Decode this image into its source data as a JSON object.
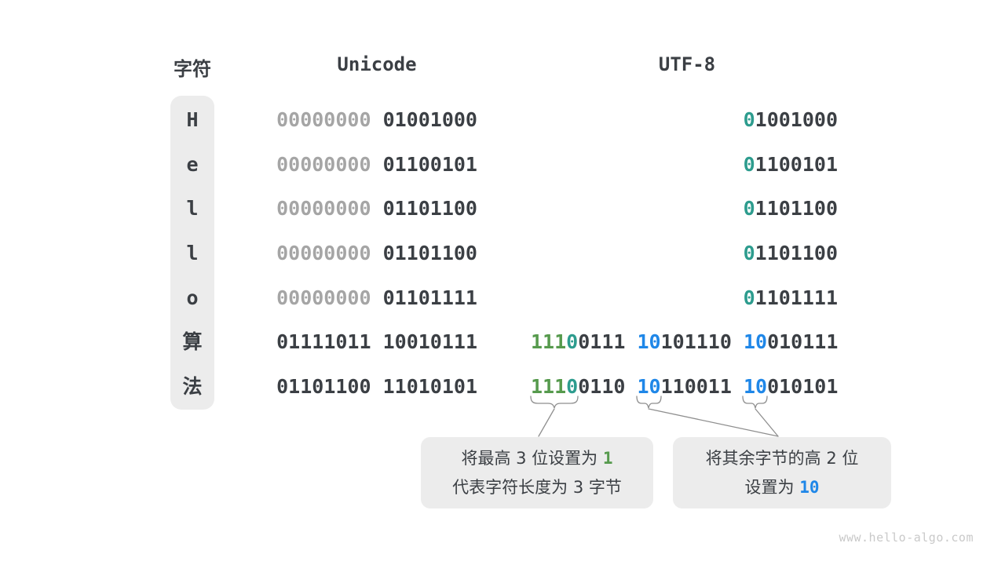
{
  "colors": {
    "dark": "#3b3f44",
    "gray": "#a5a5a5",
    "green": "#569a4d",
    "teal": "#2d9c8e",
    "blue": "#1f87e8",
    "box_bg": "#ececec",
    "connector": "#8f8f8f",
    "watermark": "#c9c9c9"
  },
  "headers": {
    "char": "字符",
    "unicode": "Unicode",
    "utf8": "UTF-8"
  },
  "rows": [
    {
      "char": "H",
      "unicode": [
        [
          "00000000",
          "gray"
        ],
        [
          " ",
          "dark"
        ],
        [
          "01001000",
          "dark"
        ]
      ],
      "utf8": [
        [
          "0",
          "teal"
        ],
        [
          "1001000",
          "dark"
        ]
      ]
    },
    {
      "char": "e",
      "unicode": [
        [
          "00000000",
          "gray"
        ],
        [
          " ",
          "dark"
        ],
        [
          "01100101",
          "dark"
        ]
      ],
      "utf8": [
        [
          "0",
          "teal"
        ],
        [
          "1100101",
          "dark"
        ]
      ]
    },
    {
      "char": "l",
      "unicode": [
        [
          "00000000",
          "gray"
        ],
        [
          " ",
          "dark"
        ],
        [
          "01101100",
          "dark"
        ]
      ],
      "utf8": [
        [
          "0",
          "teal"
        ],
        [
          "1101100",
          "dark"
        ]
      ]
    },
    {
      "char": "l",
      "unicode": [
        [
          "00000000",
          "gray"
        ],
        [
          " ",
          "dark"
        ],
        [
          "01101100",
          "dark"
        ]
      ],
      "utf8": [
        [
          "0",
          "teal"
        ],
        [
          "1101100",
          "dark"
        ]
      ]
    },
    {
      "char": "o",
      "unicode": [
        [
          "00000000",
          "gray"
        ],
        [
          " ",
          "dark"
        ],
        [
          "01101111",
          "dark"
        ]
      ],
      "utf8": [
        [
          "0",
          "teal"
        ],
        [
          "1101111",
          "dark"
        ]
      ]
    },
    {
      "char": "算",
      "unicode": [
        [
          "01111011 10010111",
          "dark"
        ]
      ],
      "utf8": [
        [
          "111",
          "green"
        ],
        [
          "0",
          "teal"
        ],
        [
          "0111 ",
          "dark"
        ],
        [
          "10",
          "blue"
        ],
        [
          "101110 ",
          "dark"
        ],
        [
          "10",
          "blue"
        ],
        [
          "010111",
          "dark"
        ]
      ]
    },
    {
      "char": "法",
      "unicode": [
        [
          "01101100 11010101",
          "dark"
        ]
      ],
      "utf8": [
        [
          "111",
          "green"
        ],
        [
          "0",
          "teal"
        ],
        [
          "0110 ",
          "dark"
        ],
        [
          "10",
          "blue"
        ],
        [
          "110011 ",
          "dark"
        ],
        [
          "10",
          "blue"
        ],
        [
          "010101",
          "dark"
        ]
      ]
    }
  ],
  "callouts": {
    "left": {
      "line1": "将最高 3 位设置为 ",
      "line1_highlight": "1",
      "line2": "代表字符长度为 3 字节"
    },
    "right": {
      "line1": "将其余字节的高 2 位",
      "line2": "设置为 ",
      "line2_highlight": "10"
    }
  },
  "watermark": "www.hello-algo.com"
}
